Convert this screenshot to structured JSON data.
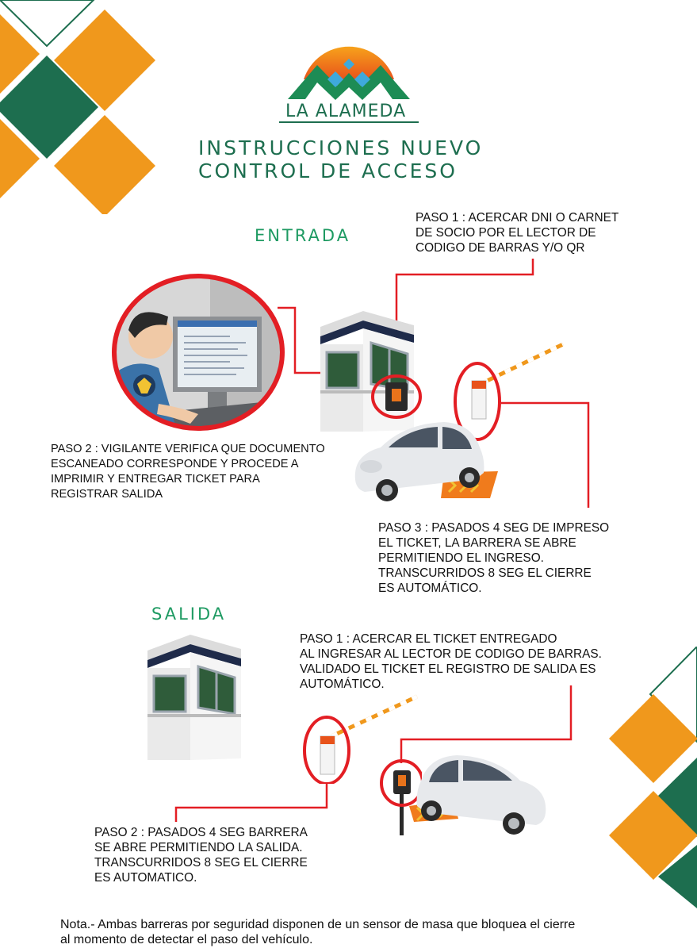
{
  "brand": {
    "name": "LA ALAMEDA"
  },
  "title": {
    "line1": "INSTRUCCIONES NUEVO",
    "line2": "CONTROL DE ACCESO"
  },
  "entrada": {
    "heading": "ENTRADA",
    "paso1": "PASO 1 : ACERCAR DNI O CARNET\nDE SOCIO POR EL LECTOR DE\nCODIGO DE BARRAS Y/O QR",
    "paso2": "PASO 2 : VIGILANTE VERIFICA QUE DOCUMENTO\nESCANEADO CORRESPONDE Y PROCEDE A\nIMPRIMIR Y ENTREGAR TICKET PARA\nREGISTRAR SALIDA",
    "paso3": "PASO 3 : PASADOS 4 SEG DE IMPRESO\nEL TICKET, LA BARRERA SE ABRE\nPERMITIENDO EL INGRESO.\nTRANSCURRIDOS 8 SEG EL CIERRE\nES AUTOMÁTICO."
  },
  "salida": {
    "heading": "SALIDA",
    "paso1": "PASO 1 : ACERCAR EL TICKET ENTREGADO\nAL INGRESAR AL LECTOR DE CODIGO DE BARRAS.\nVALIDADO EL TICKET EL REGISTRO DE SALIDA ES\nAUTOMÁTICO.",
    "paso2": "PASO 2 : PASADOS 4 SEG BARRERA\nSE ABRE PERMITIENDO LA SALIDA.\nTRANSCURRIDOS 8 SEG EL CIERRE\nES AUTOMATICO."
  },
  "note": "Nota.- Ambas barreras por seguridad disponen de un sensor de masa que bloquea el cierre\nal momento de detectar el paso del vehículo.",
  "colors": {
    "orange": "#f0981c",
    "green": "#1d6e4f",
    "red": "#e31e24",
    "accent_green": "#1e9a62"
  }
}
